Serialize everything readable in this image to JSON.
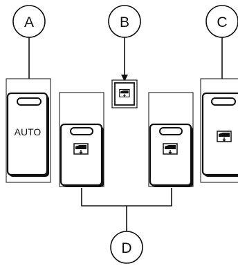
{
  "callouts": {
    "a": "A",
    "b": "B",
    "c": "C",
    "d": "D"
  },
  "switches": {
    "driver_label": "AUTO"
  },
  "icons": {
    "window": "window-glass-icon"
  },
  "colors": {
    "line": "#111111",
    "background": "#ffffff"
  }
}
